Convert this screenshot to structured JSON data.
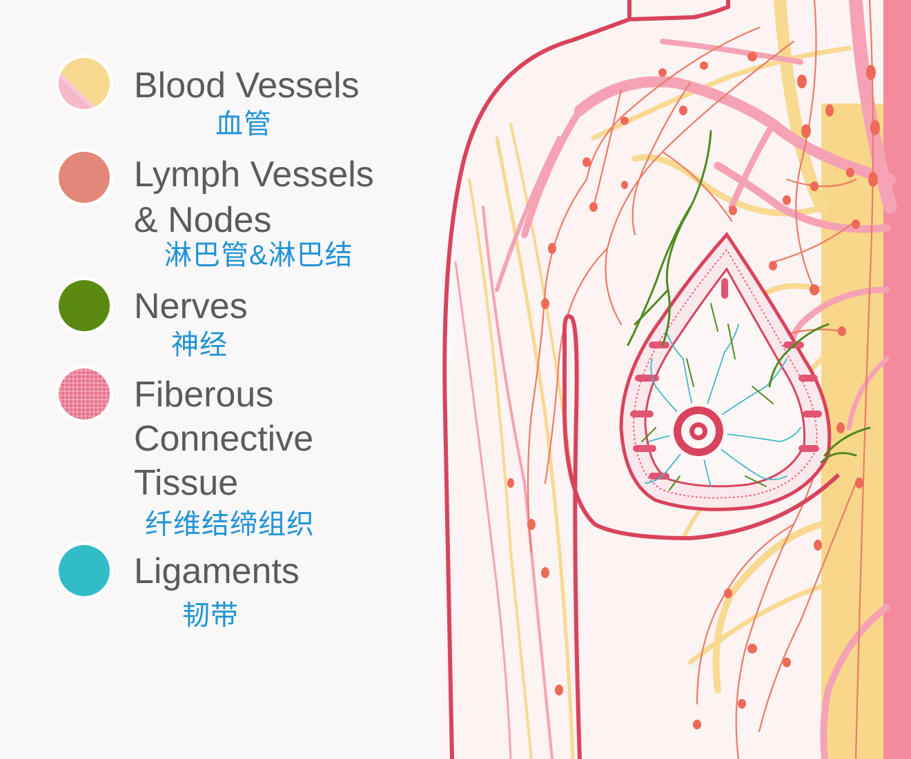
{
  "legend": [
    {
      "label": "Blood Vessels",
      "label_zh": "血管",
      "swatch": "blood-vessels",
      "colors": [
        "#f7b8c8",
        "#f6d98f"
      ]
    },
    {
      "label": "Lymph Vessels\n& Nodes",
      "label_zh": "淋巴管&淋巴结",
      "swatch": "lymph",
      "colors": [
        "#e38878"
      ]
    },
    {
      "label": "Nerves",
      "label_zh": "神经",
      "swatch": "nerves",
      "colors": [
        "#5a8a12"
      ]
    },
    {
      "label": "Fiberous\nConnective\nTissue",
      "label_zh": "纤维结缔组织",
      "swatch": "fibrous",
      "colors": [
        "#e8718c"
      ]
    },
    {
      "label": "Ligaments",
      "label_zh": "韧带",
      "swatch": "ligaments",
      "colors": [
        "#32bcc8"
      ]
    }
  ],
  "colors": {
    "outline": "#d9435c",
    "blood_pink": "#f7a7b8",
    "blood_yellow": "#f6d98f",
    "lymph": "#ea6f5c",
    "nerve": "#4f8a1e",
    "ligament": "#3fb7c6",
    "text": "#5c5a5b",
    "chinese_text": "#1f93d6"
  }
}
